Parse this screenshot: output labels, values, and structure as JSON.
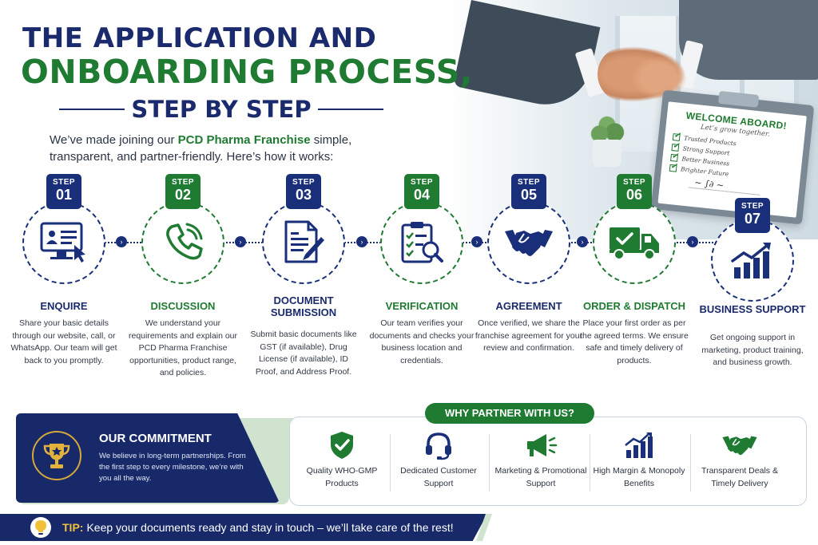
{
  "title": {
    "line1": "THE APPLICATION AND",
    "line2": "ONBOARDING PROCESS,",
    "line3": "STEP BY STEP"
  },
  "intro": {
    "before": "We’ve made joining our ",
    "highlight": "PCD Pharma Franchise",
    "after": " simple, transparent, and partner-friendly. Here’s how it works:"
  },
  "clipboard": {
    "title": "WELCOME ABOARD!",
    "subtitle": "Let’s grow together.",
    "items": [
      "Trusted Products",
      "Strong Support",
      "Better Business",
      "Brighter Future"
    ]
  },
  "steps": [
    {
      "label": "STEP",
      "number": "01",
      "title": "ENQUIRE",
      "description": "Share your basic details through our website, call, or WhatsApp. Our team will get back to you promptly.",
      "icon": "computer-user-icon",
      "color": "blue"
    },
    {
      "label": "STEP",
      "number": "02",
      "title": "DISCUSSION",
      "description": "We understand your requirements and explain our PCD Pharma Franchise opportunities, product range, and policies.",
      "icon": "phone-icon",
      "color": "green"
    },
    {
      "label": "STEP",
      "number": "03",
      "title": "DOCUMENT SUBMISSION",
      "description": "Submit basic documents like GST (if available), Drug License (if available), ID Proof, and Address Proof.",
      "icon": "document-pen-icon",
      "color": "blue"
    },
    {
      "label": "STEP",
      "number": "04",
      "title": "VERIFICATION",
      "description": "Our team verifies your documents and checks your business location and credentials.",
      "icon": "clipboard-search-icon",
      "color": "green"
    },
    {
      "label": "STEP",
      "number": "05",
      "title": "AGREEMENT",
      "description": "Once verified, we share the franchise agreement for your review and confirmation.",
      "icon": "handshake-icon",
      "color": "blue"
    },
    {
      "label": "STEP",
      "number": "06",
      "title": "ORDER & DISPATCH",
      "description": "Place your first order as per the agreed terms. We ensure safe and timely delivery of products.",
      "icon": "delivery-truck-icon",
      "color": "green"
    },
    {
      "label": "STEP",
      "number": "07",
      "title": "BUSINESS SUPPORT",
      "description": "Get ongoing support in marketing, product training, and business growth.",
      "icon": "growth-chart-icon",
      "color": "blue"
    }
  ],
  "commitment": {
    "title": "OUR COMMITMENT",
    "text": "We believe in long-term partnerships. From the first step to every milestone, we’re with you all the way."
  },
  "why": {
    "heading": "WHY PARTNER WITH US?",
    "items": [
      {
        "label": "Quality WHO-GMP Products",
        "icon": "shield-check-icon"
      },
      {
        "label": "Dedicated Customer Support",
        "icon": "headset-icon"
      },
      {
        "label": "Marketing & Promotional Support",
        "icon": "megaphone-icon"
      },
      {
        "label": "High Margin & Monopoly Benefits",
        "icon": "bar-growth-icon"
      },
      {
        "label": "Transparent Deals & Timely Delivery",
        "icon": "handshake-icon"
      }
    ]
  },
  "tip": {
    "label": "TIP:",
    "text": "Keep your documents ready and stay in touch – we’ll take care of the rest!"
  },
  "colors": {
    "navy": "#1a2f7a",
    "green": "#1f7a32",
    "gold": "#d5a83a"
  }
}
